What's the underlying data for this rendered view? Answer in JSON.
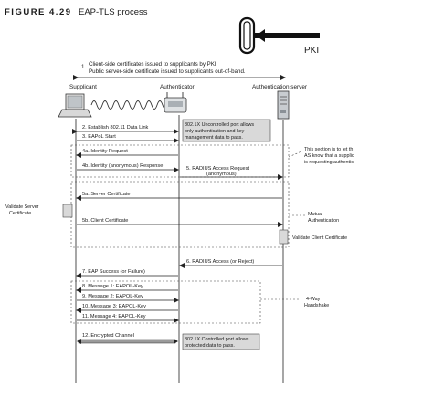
{
  "figure": {
    "number": "FIGURE 4.29",
    "title": "EAP-TLS process"
  },
  "pki": {
    "label": "PKI"
  },
  "step1": {
    "number": "1.",
    "line1": "Client-side certificates issued to supplicants by PKI",
    "line2": "Public server-side certificate issued to supplicants out-of-band."
  },
  "actors": {
    "supplicant": "Supplicant",
    "authenticator": "Authenticator",
    "server": "Authentication server"
  },
  "messages": {
    "m2": "2. Establish 802.11 Data Link",
    "m3": "3. EAPoL Start",
    "m4a": "4a. Identity Request",
    "m4b": "4b. Identity (anonymous) Response",
    "m5_line1": "5. RADIUS Access Request",
    "m5_line2": "(anonymous)",
    "m5a": "5a. Server Certificate",
    "m5b": "5b. Client Certificate",
    "m6": "6. RADIUS Access (or Reject)",
    "m7": "7. EAP Success (or Failure)",
    "m8": "8. Message 1: EAPOL-Key",
    "m9": "9. Message 2: EAPOL-Key",
    "m10": "10. Message 3: EAPOL-Key",
    "m11": "11. Message 4: EAPOL-Key",
    "m12": "12. Encrypted Channel"
  },
  "notes": {
    "uncontrolled": [
      "802.1X Uncontrolled port allows",
      "only authentication and key",
      "management data to pass."
    ],
    "controlled": [
      "802.1X Controlled port allows",
      "protected data to pass."
    ],
    "section": [
      "This section is to let th",
      "AS know that a supplic",
      "is requesting authentic"
    ],
    "mutual": [
      "Mutual",
      "Authentication"
    ],
    "validate_server": [
      "Validate Server",
      "Certificate"
    ],
    "validate_client": "Validate Client Certificate",
    "handshake": [
      "4-Way",
      "Handshake"
    ]
  }
}
